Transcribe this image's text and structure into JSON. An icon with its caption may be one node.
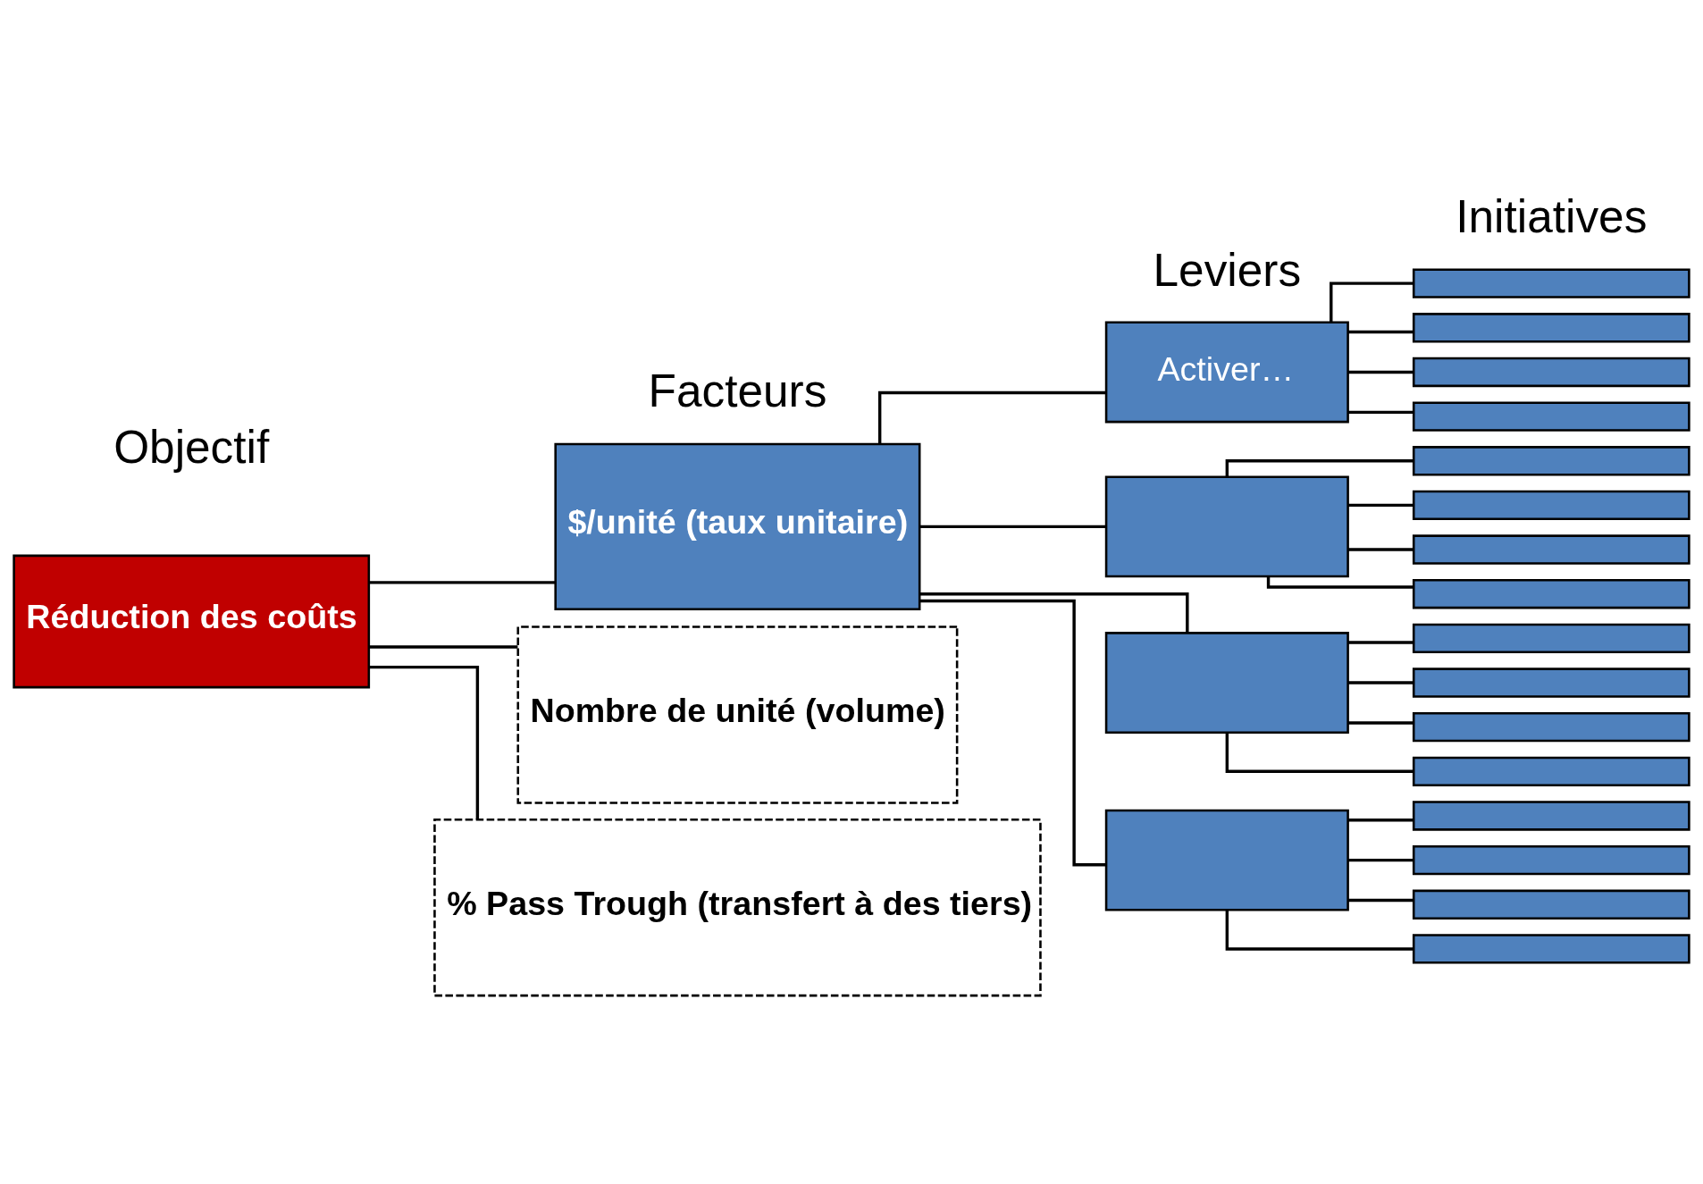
{
  "diagram": {
    "nodes": [
      {
        "text": [
          "Réduction des coûts"
        ]
      },
      {
        "text": [
          "$/unité (taux unitaire)"
        ]
      },
      {
        "text": [
          "Nombre de unité (volume)"
        ]
      },
      {
        "text": [
          "% Pass Trough (transfert à des tiers)"
        ]
      },
      {
        "text": [
          "Activer…"
        ]
      },
      {
        "text": [],
        "shape": "box"
      },
      {
        "text": [],
        "shape": "box"
      },
      {
        "text": [],
        "shape": "box"
      },
      {
        "text": [],
        "shape": "box"
      },
      {
        "text": [],
        "shape": "box"
      },
      {
        "text": [],
        "shape": "box"
      },
      {
        "text": [],
        "shape": "box"
      },
      {
        "text": [],
        "shape": "box"
      },
      {
        "text": [],
        "shape": "box"
      },
      {
        "text": [],
        "shape": "box"
      },
      {
        "text": [],
        "shape": "box"
      },
      {
        "text": [],
        "shape": "box"
      },
      {
        "text": [],
        "shape": "box"
      },
      {
        "text": [],
        "shape": "box"
      },
      {
        "text": [],
        "shape": "box"
      },
      {
        "text": [],
        "shape": "box"
      },
      {
        "text": [],
        "shape": "box"
      },
      {
        "text": [],
        "shape": "box"
      },
      {
        "text": [],
        "shape": "box"
      }
    ],
    "edges": [
      {
        "from": 0,
        "to": 1,
        "arrow": "none"
      },
      {
        "from": 0,
        "to": 2,
        "arrow": "none"
      },
      {
        "from": 0,
        "to": 3,
        "arrow": "none"
      },
      {
        "from": 1,
        "to": 4,
        "arrow": "none"
      },
      {
        "from": 1,
        "to": 5,
        "arrow": "none"
      },
      {
        "from": 1,
        "to": 6,
        "arrow": "none"
      },
      {
        "from": 1,
        "to": 7,
        "arrow": "none"
      },
      {
        "from": 4,
        "to": 8,
        "arrow": "none"
      },
      {
        "from": 4,
        "to": 9,
        "arrow": "none"
      },
      {
        "from": 4,
        "to": 10,
        "arrow": "none"
      },
      {
        "from": 4,
        "to": 11,
        "arrow": "none"
      },
      {
        "from": 5,
        "to": 12,
        "arrow": "none"
      },
      {
        "from": 5,
        "to": 13,
        "arrow": "none"
      },
      {
        "from": 5,
        "to": 14,
        "arrow": "none"
      },
      {
        "from": 5,
        "to": 15,
        "arrow": "none"
      },
      {
        "from": 6,
        "to": 16,
        "arrow": "none"
      },
      {
        "from": 6,
        "to": 17,
        "arrow": "none"
      },
      {
        "from": 6,
        "to": 18,
        "arrow": "none"
      },
      {
        "from": 6,
        "to": 19,
        "arrow": "none"
      },
      {
        "from": 7,
        "to": 20,
        "arrow": "none"
      },
      {
        "from": 7,
        "to": 21,
        "arrow": "none"
      },
      {
        "from": 7,
        "to": 22,
        "arrow": "none"
      },
      {
        "from": 7,
        "to": 23,
        "arrow": "none"
      }
    ],
    "labels": [
      "Objectif",
      "Facteurs",
      "Leviers",
      "Initiatives"
    ]
  }
}
